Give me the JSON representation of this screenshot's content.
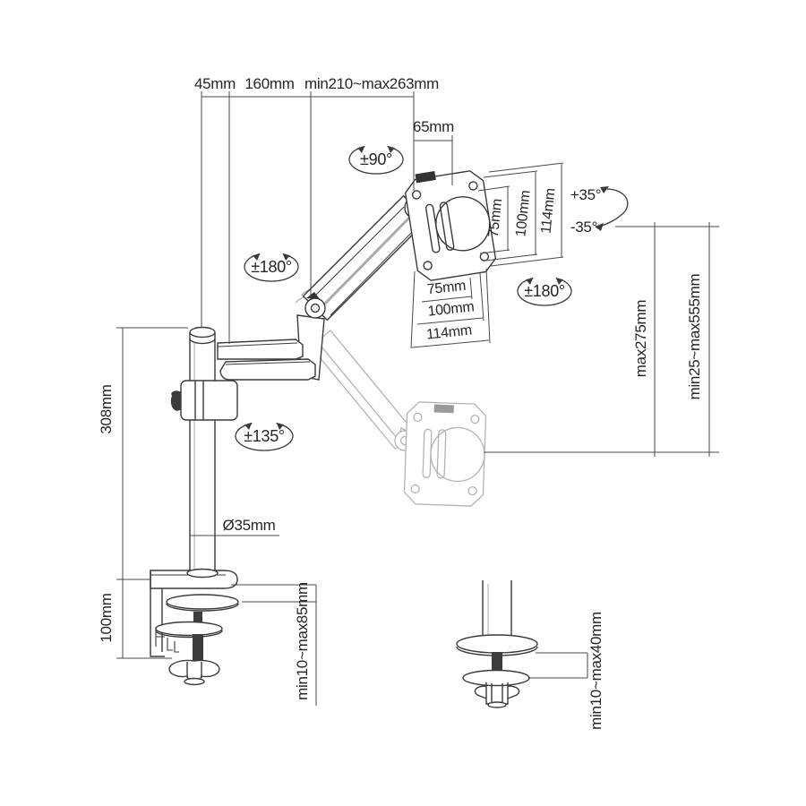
{
  "diagram": {
    "type": "technical-dimension-drawing",
    "subject": "gas-spring single monitor desk mount arm",
    "colors": {
      "background": "#ffffff",
      "line": "#3a3a3a",
      "faded": "#b3b3b3",
      "text": "#262626",
      "fill_dark": "#333333"
    },
    "labels": {
      "top_offset_45": "45mm",
      "top_offset_160": "160mm",
      "top_reach": "min210~max263mm",
      "head_offset_65": "65mm",
      "rotate_head": "±90°",
      "swivel_arm": "±180°",
      "swivel_head": "±180°",
      "swivel_pole": "±135°",
      "tilt_up": "+35°",
      "tilt_down": "-35°",
      "vesa_side_75": "75mm",
      "vesa_side_100": "100mm",
      "vesa_side_114": "114mm",
      "vesa_bottom_75": "75mm",
      "vesa_bottom_100": "100mm",
      "vesa_bottom_114": "114mm",
      "height_travel": "max275mm",
      "height_range": "min25~max555mm",
      "pole_height": "308mm",
      "pole_diameter": "Ø35mm",
      "clamp_height": "100mm",
      "clamp_desk_thickness": "min10~max85mm",
      "grommet_desk_thickness": "min10~max40mm"
    }
  }
}
